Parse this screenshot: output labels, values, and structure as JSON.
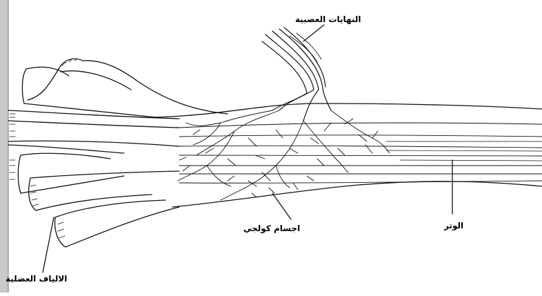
{
  "labels": {
    "nerve_endings": "النهايات العصبية",
    "golgi_bodies": "اجسام كولجي",
    "tendon": "الوتر",
    "muscle_fibers": "الالياف العضلية"
  }
}
